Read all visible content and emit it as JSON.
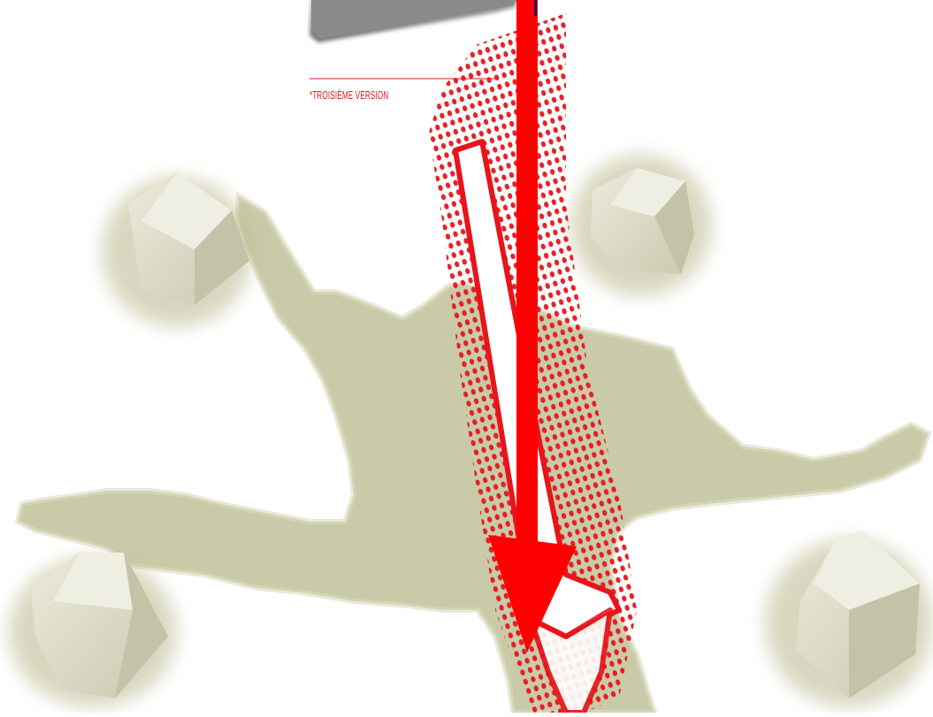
{
  "caption": {
    "text": "*TROISIÈME VERSION"
  },
  "colors": {
    "accent": "#e8141b",
    "arrow": "#ff0000",
    "shadow": "#b7b88c",
    "cube": "#d9d8c3",
    "plate": "#8a8a88"
  },
  "icons": {
    "figure": "silhouette-shadow",
    "arrow": "down-arrow",
    "cubes": "cube-shadow"
  }
}
